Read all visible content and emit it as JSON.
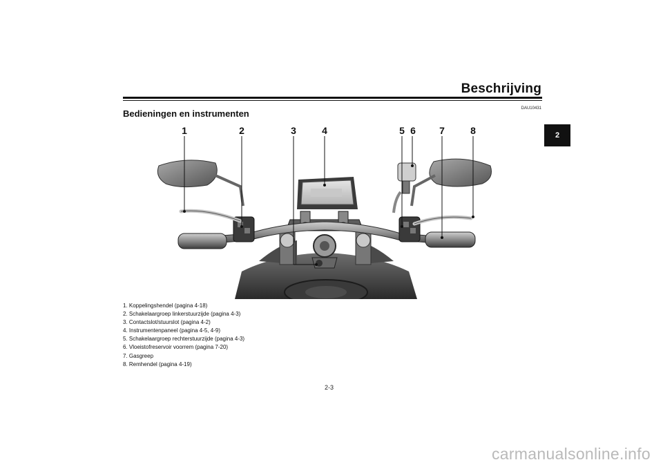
{
  "header": {
    "title": "Beschrijving"
  },
  "doc_code": "DAU10431",
  "section": {
    "title": "Bedieningen en instrumenten"
  },
  "side_tab": {
    "chapter": "2"
  },
  "figure": {
    "callouts": [
      "1",
      "2",
      "3",
      "4",
      "5",
      "6",
      "7",
      "8"
    ]
  },
  "legend": [
    "1. Koppelingshendel (pagina 4-18)",
    "2. Schakelaargroep linkerstuurzijde (pagina 4-3)",
    "3. Contactslot/stuurslot (pagina 4-2)",
    "4. Instrumentenpaneel (pagina 4-5, 4-9)",
    "5. Schakelaargroep rechterstuurzijde (pagina 4-3)",
    "6. Vloeistofreservoir voorrem (pagina 7-20)",
    "7. Gasgreep",
    "8. Remhendel (pagina 4-19)"
  ],
  "footer": {
    "page": "2-3"
  },
  "watermark": {
    "text": "carmanualsonline.info"
  }
}
